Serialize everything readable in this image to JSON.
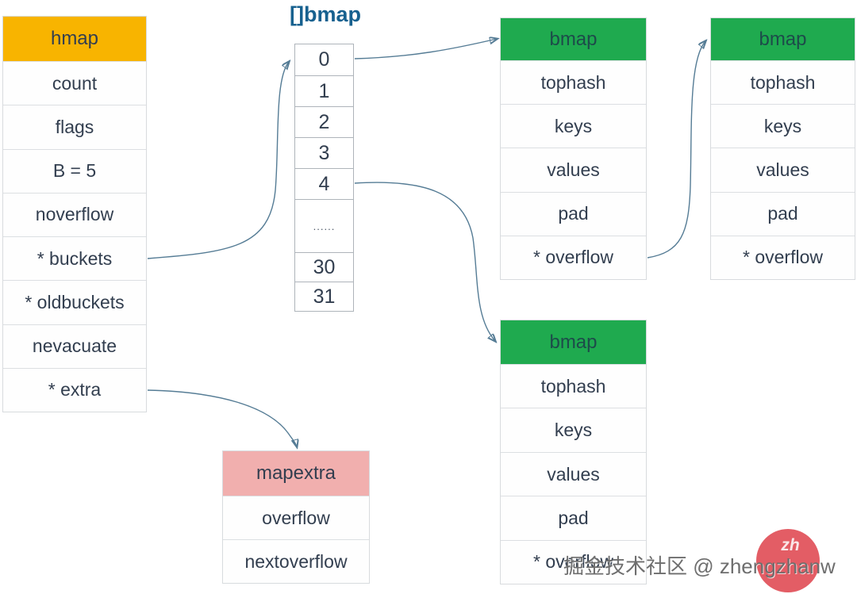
{
  "hmap": {
    "header": "hmap",
    "rows": [
      "count",
      "flags",
      "B = 5",
      "noverflow",
      "* buckets",
      "* oldbuckets",
      "nevacuate",
      "* extra"
    ]
  },
  "bucket_array": {
    "title": "[]bmap",
    "cells": [
      "0",
      "1",
      "2",
      "3",
      "4",
      "......",
      "30",
      "31"
    ]
  },
  "bmap_top": {
    "header": "bmap",
    "rows": [
      "tophash",
      "keys",
      "values",
      "pad",
      "* overflow"
    ]
  },
  "bmap_right": {
    "header": "bmap",
    "rows": [
      "tophash",
      "keys",
      "values",
      "pad",
      "* overflow"
    ]
  },
  "bmap_bottom": {
    "header": "bmap",
    "rows": [
      "tophash",
      "keys",
      "values",
      "pad",
      "* overflow"
    ]
  },
  "mapextra": {
    "header": "mapextra",
    "rows": [
      "overflow",
      "nextoverflow"
    ]
  },
  "watermark": {
    "text": "掘金技术社区 @ zhengzhanw",
    "badge": "zh"
  },
  "colors": {
    "hmap_header": "#f8b400",
    "bmap_header": "#1faa4f",
    "mapextra_header": "#f1afae",
    "array_title": "#17618f",
    "arrow": "#557c95",
    "watermark_circle": "#e35d65",
    "text": "#323e4f"
  }
}
